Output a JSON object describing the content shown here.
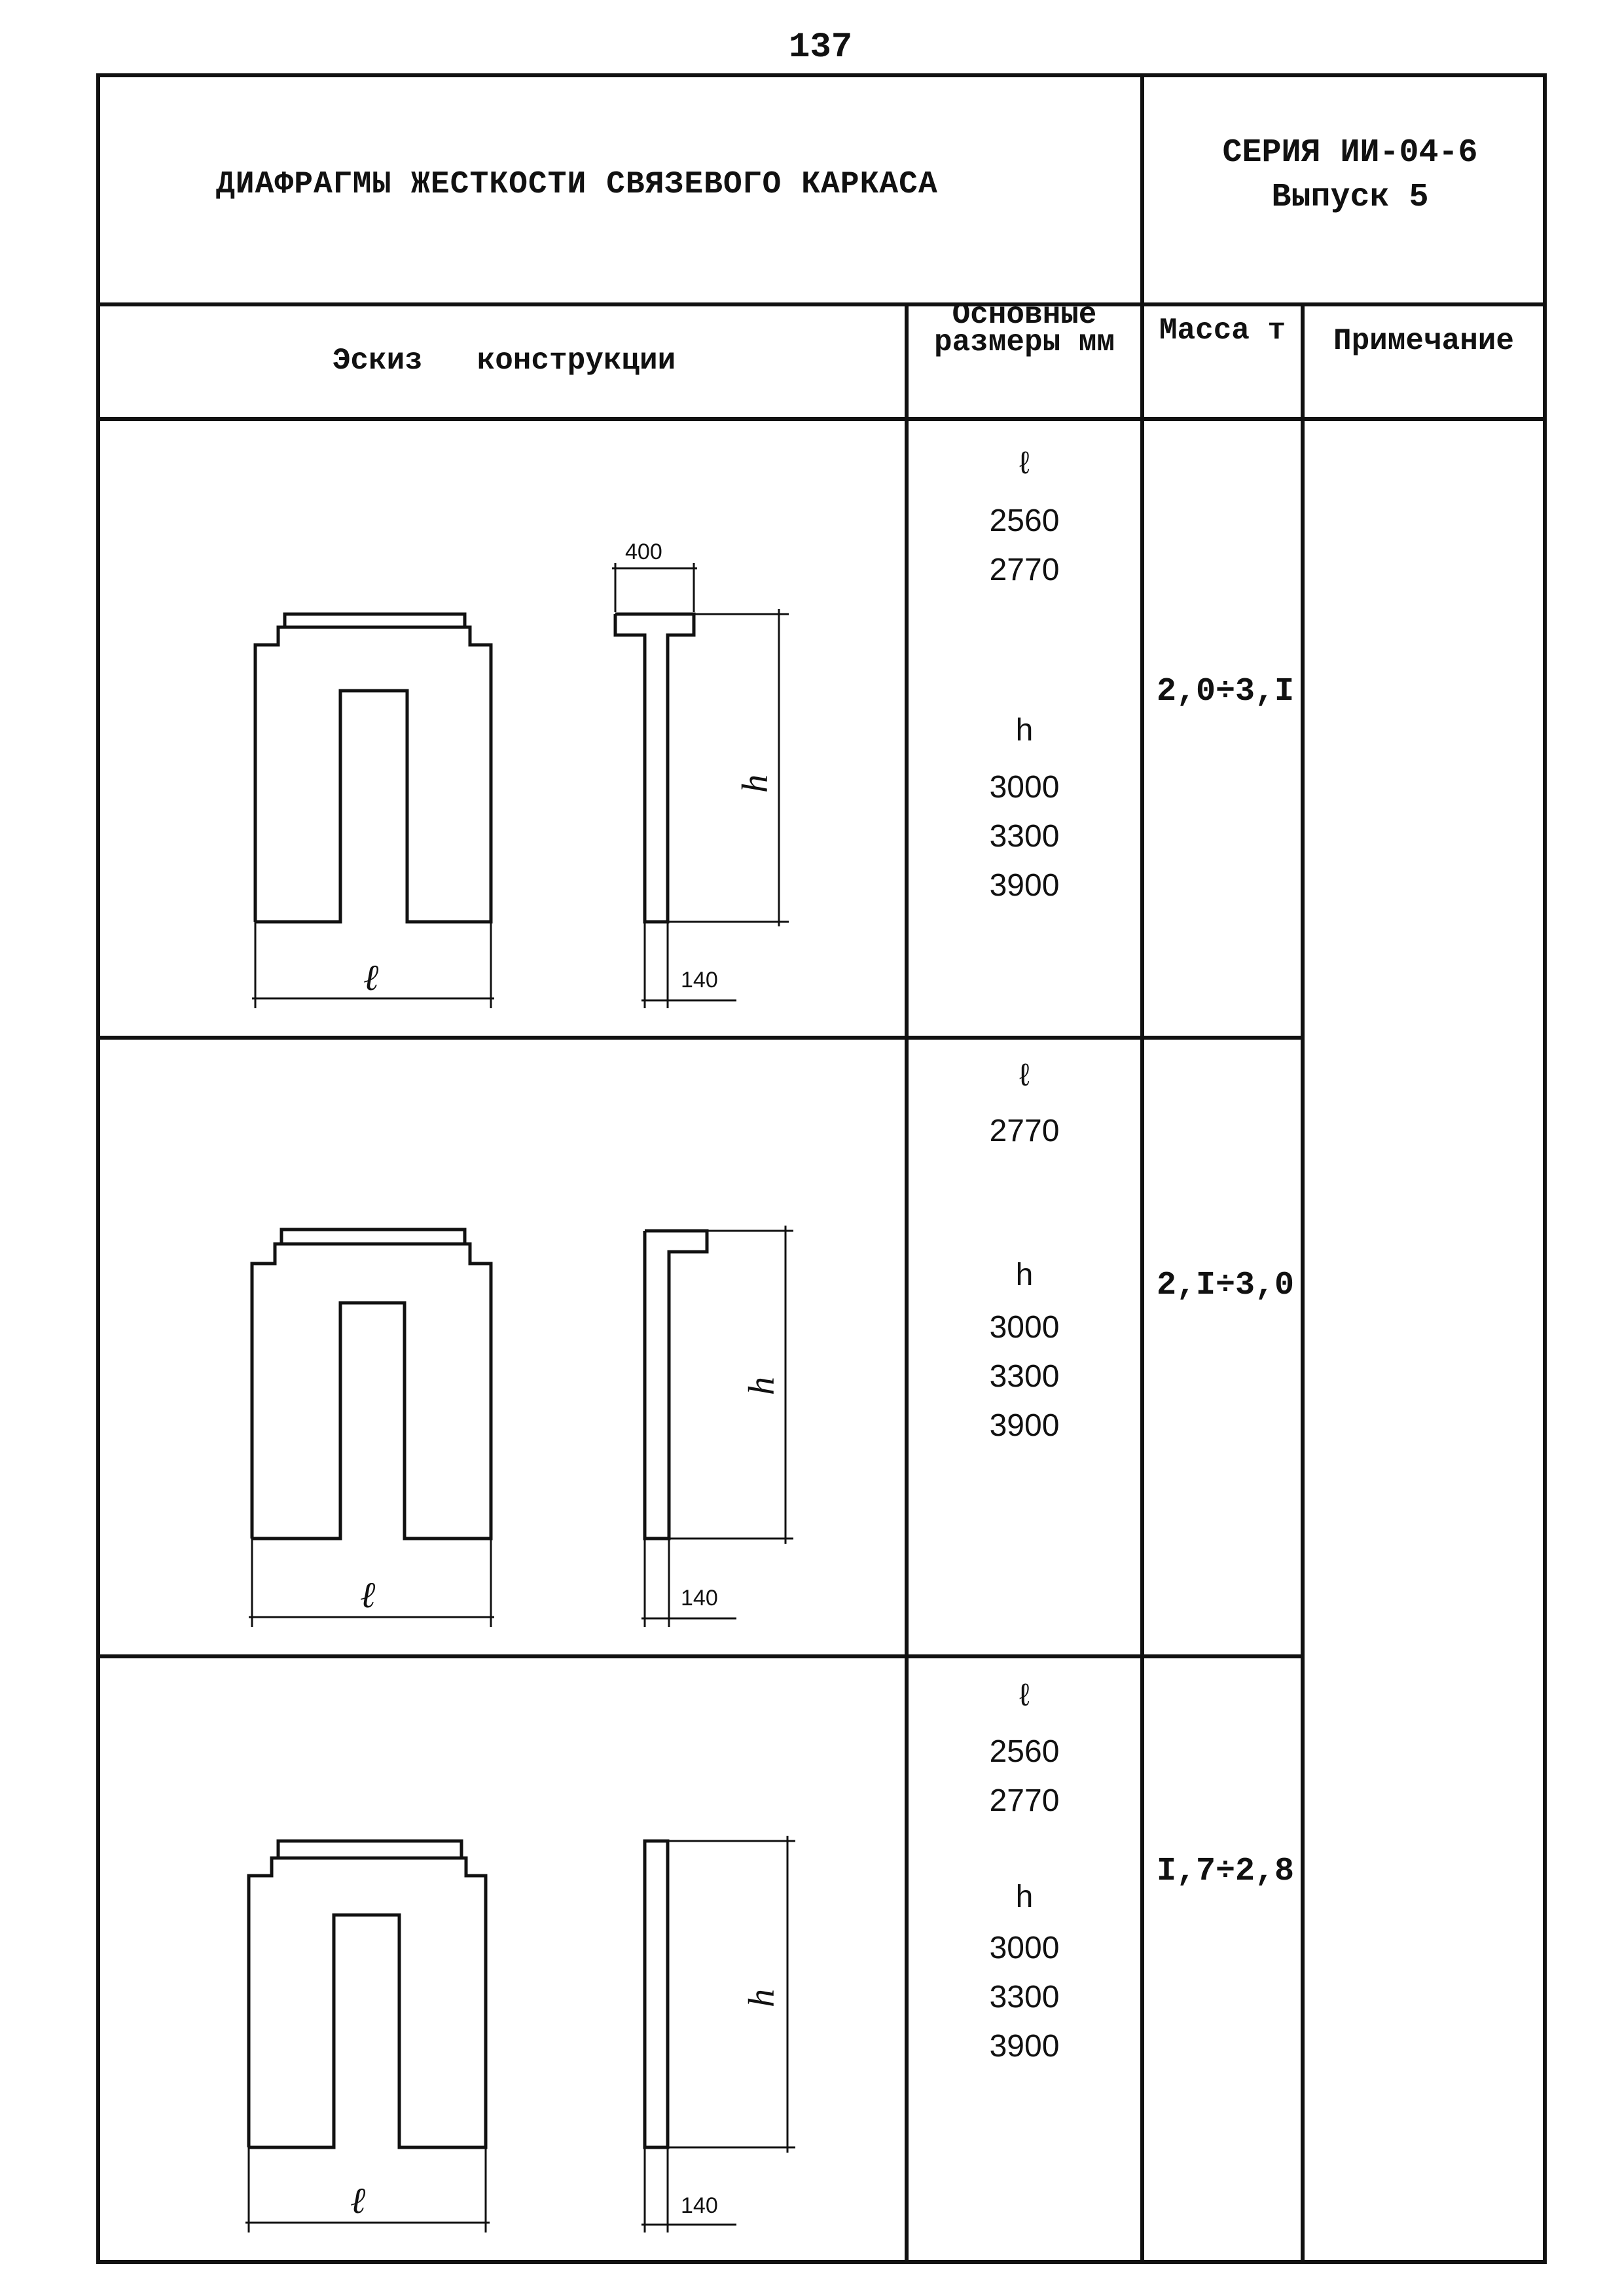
{
  "page_number": "137",
  "header": {
    "title": "ДИАФРАГМЫ ЖЕСТКОСТИ СВЯЗЕВОГО КАРКАСА",
    "series_line1": "СЕРИЯ ИИ-04-6",
    "series_line2": "Выпуск 5"
  },
  "columns": {
    "sketch": "Эскиз   конструкции",
    "dims": "Основные размеры мм",
    "mass": "Масса т",
    "note": "Примечание"
  },
  "rows": [
    {
      "l_symbol": "ℓ",
      "l_values": [
        "2560",
        "2770"
      ],
      "h_symbol": "h",
      "h_values": [
        "3000",
        "3300",
        "3900"
      ],
      "mass": "2,0÷3,I",
      "dim_top": "400",
      "dim_thickness": "140",
      "label_l": "ℓ",
      "label_h": "h"
    },
    {
      "l_symbol": "ℓ",
      "l_values": [
        "2770"
      ],
      "h_symbol": "h",
      "h_values": [
        "3000",
        "3300",
        "3900"
      ],
      "mass": "2,I÷3,0",
      "dim_thickness": "140",
      "label_l": "ℓ",
      "label_h": "h"
    },
    {
      "l_symbol": "ℓ",
      "l_values": [
        "2560",
        "2770"
      ],
      "h_symbol": "h",
      "h_values": [
        "3000",
        "3300",
        "3900"
      ],
      "mass": "I,7÷2,8",
      "dim_thickness": "140",
      "label_l": "ℓ",
      "label_h": "h"
    }
  ]
}
